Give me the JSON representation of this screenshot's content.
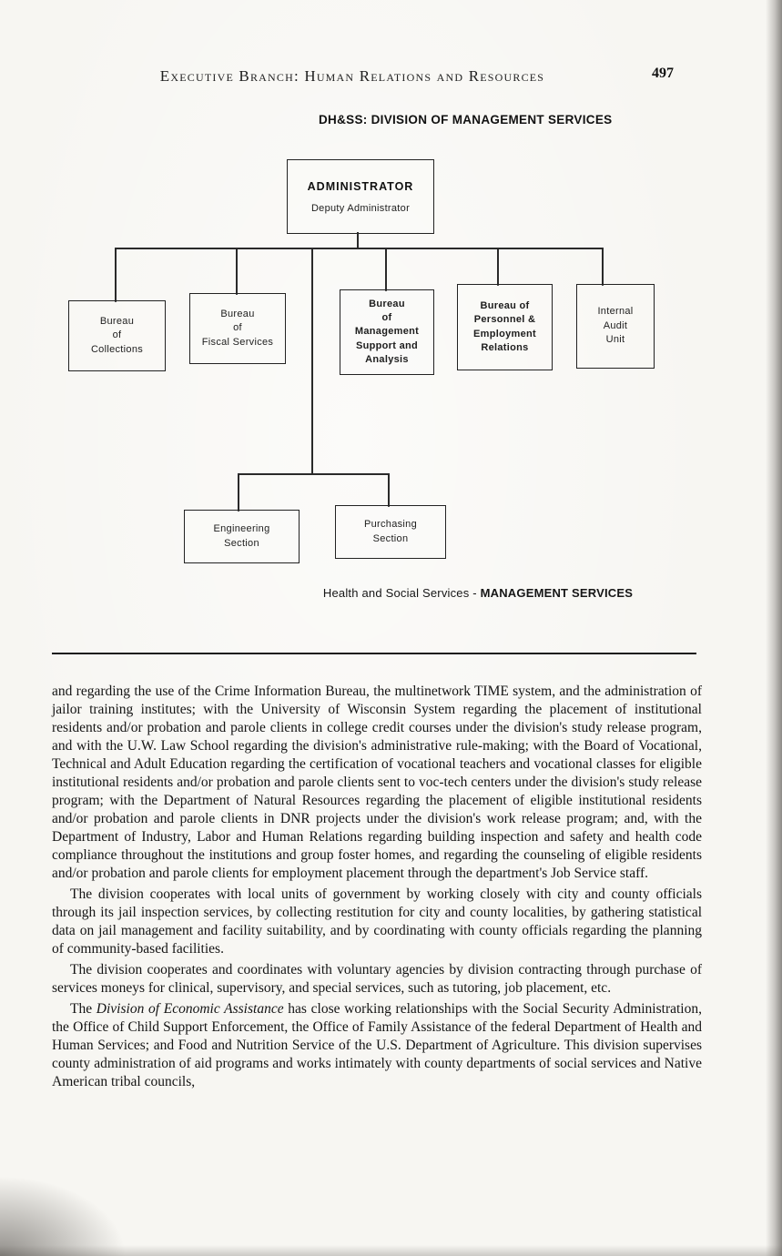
{
  "page_header": {
    "title": "Executive Branch: Human Relations and Resources",
    "page_number": "497"
  },
  "org_chart": {
    "title": "DH&SS: DIVISION OF MANAGEMENT SERVICES",
    "administrator": {
      "title": "ADMINISTRATOR",
      "subtitle": "Deputy Administrator"
    },
    "bureaus": [
      {
        "label": "Bureau\nof\nCollections"
      },
      {
        "label": "Bureau\nof\nFiscal Services"
      },
      {
        "label": "Bureau\nof\nManagement\nSupport and\nAnalysis"
      },
      {
        "label": "Bureau of\nPersonnel &\nEmployment\nRelations"
      },
      {
        "label": "Internal\nAudit\nUnit"
      }
    ],
    "sections": [
      {
        "label": "Engineering\nSection"
      },
      {
        "label": "Purchasing\nSection"
      }
    ],
    "caption_prefix": "Health and Social Services - ",
    "caption_emphasis": "MANAGEMENT SERVICES"
  },
  "body": {
    "paragraph_1": "and regarding the use of the Crime Information Bureau, the multinetwork TIME system, and the administration of jailor training institutes; with the University of Wisconsin System regarding the placement of institutional residents and/or probation and parole clients in college credit courses under the division's study release program, and with the U.W. Law School regarding the division's administrative rule-making; with the Board of Vocational, Technical and Adult Education regarding the certification of vocational teachers and vocational classes for eligible institutional residents and/or probation and parole clients sent to voc-tech centers under the division's study release program; with the Department of Natural Resources regarding the placement of eligible institutional residents and/or probation and parole clients in DNR projects under the division's work release program; and, with the Department of Industry, Labor and Human Relations regarding building inspection and safety and health code compliance throughout the institutions and group foster homes, and regarding the counseling of eligible residents and/or probation and parole clients for employment placement through the department's Job Service staff.",
    "paragraph_2": "The division cooperates with local units of government by working closely with city and county officials through its jail inspection services, by collecting restitution for city and county localities, by gathering statistical data on jail management and facility suitability, and by coordinating with county officials regarding the planning of community-based facilities.",
    "paragraph_3": "The division cooperates and coordinates with voluntary agencies by division contracting through purchase of services moneys for clinical, supervisory, and special services, such as tutoring, job placement, etc.",
    "paragraph_4_prefix": "The ",
    "paragraph_4_italic": "Division of Economic Assistance",
    "paragraph_4_rest": " has close working relationships with the Social Security Administration, the Office of Child Support Enforcement, the Office of Family Assistance of the federal Department of Health and Human Services; and Food and Nutrition Service of the U.S. Department of Agriculture. This division supervises county administration of aid programs and works intimately with county departments of social services and Native American tribal councils,"
  }
}
